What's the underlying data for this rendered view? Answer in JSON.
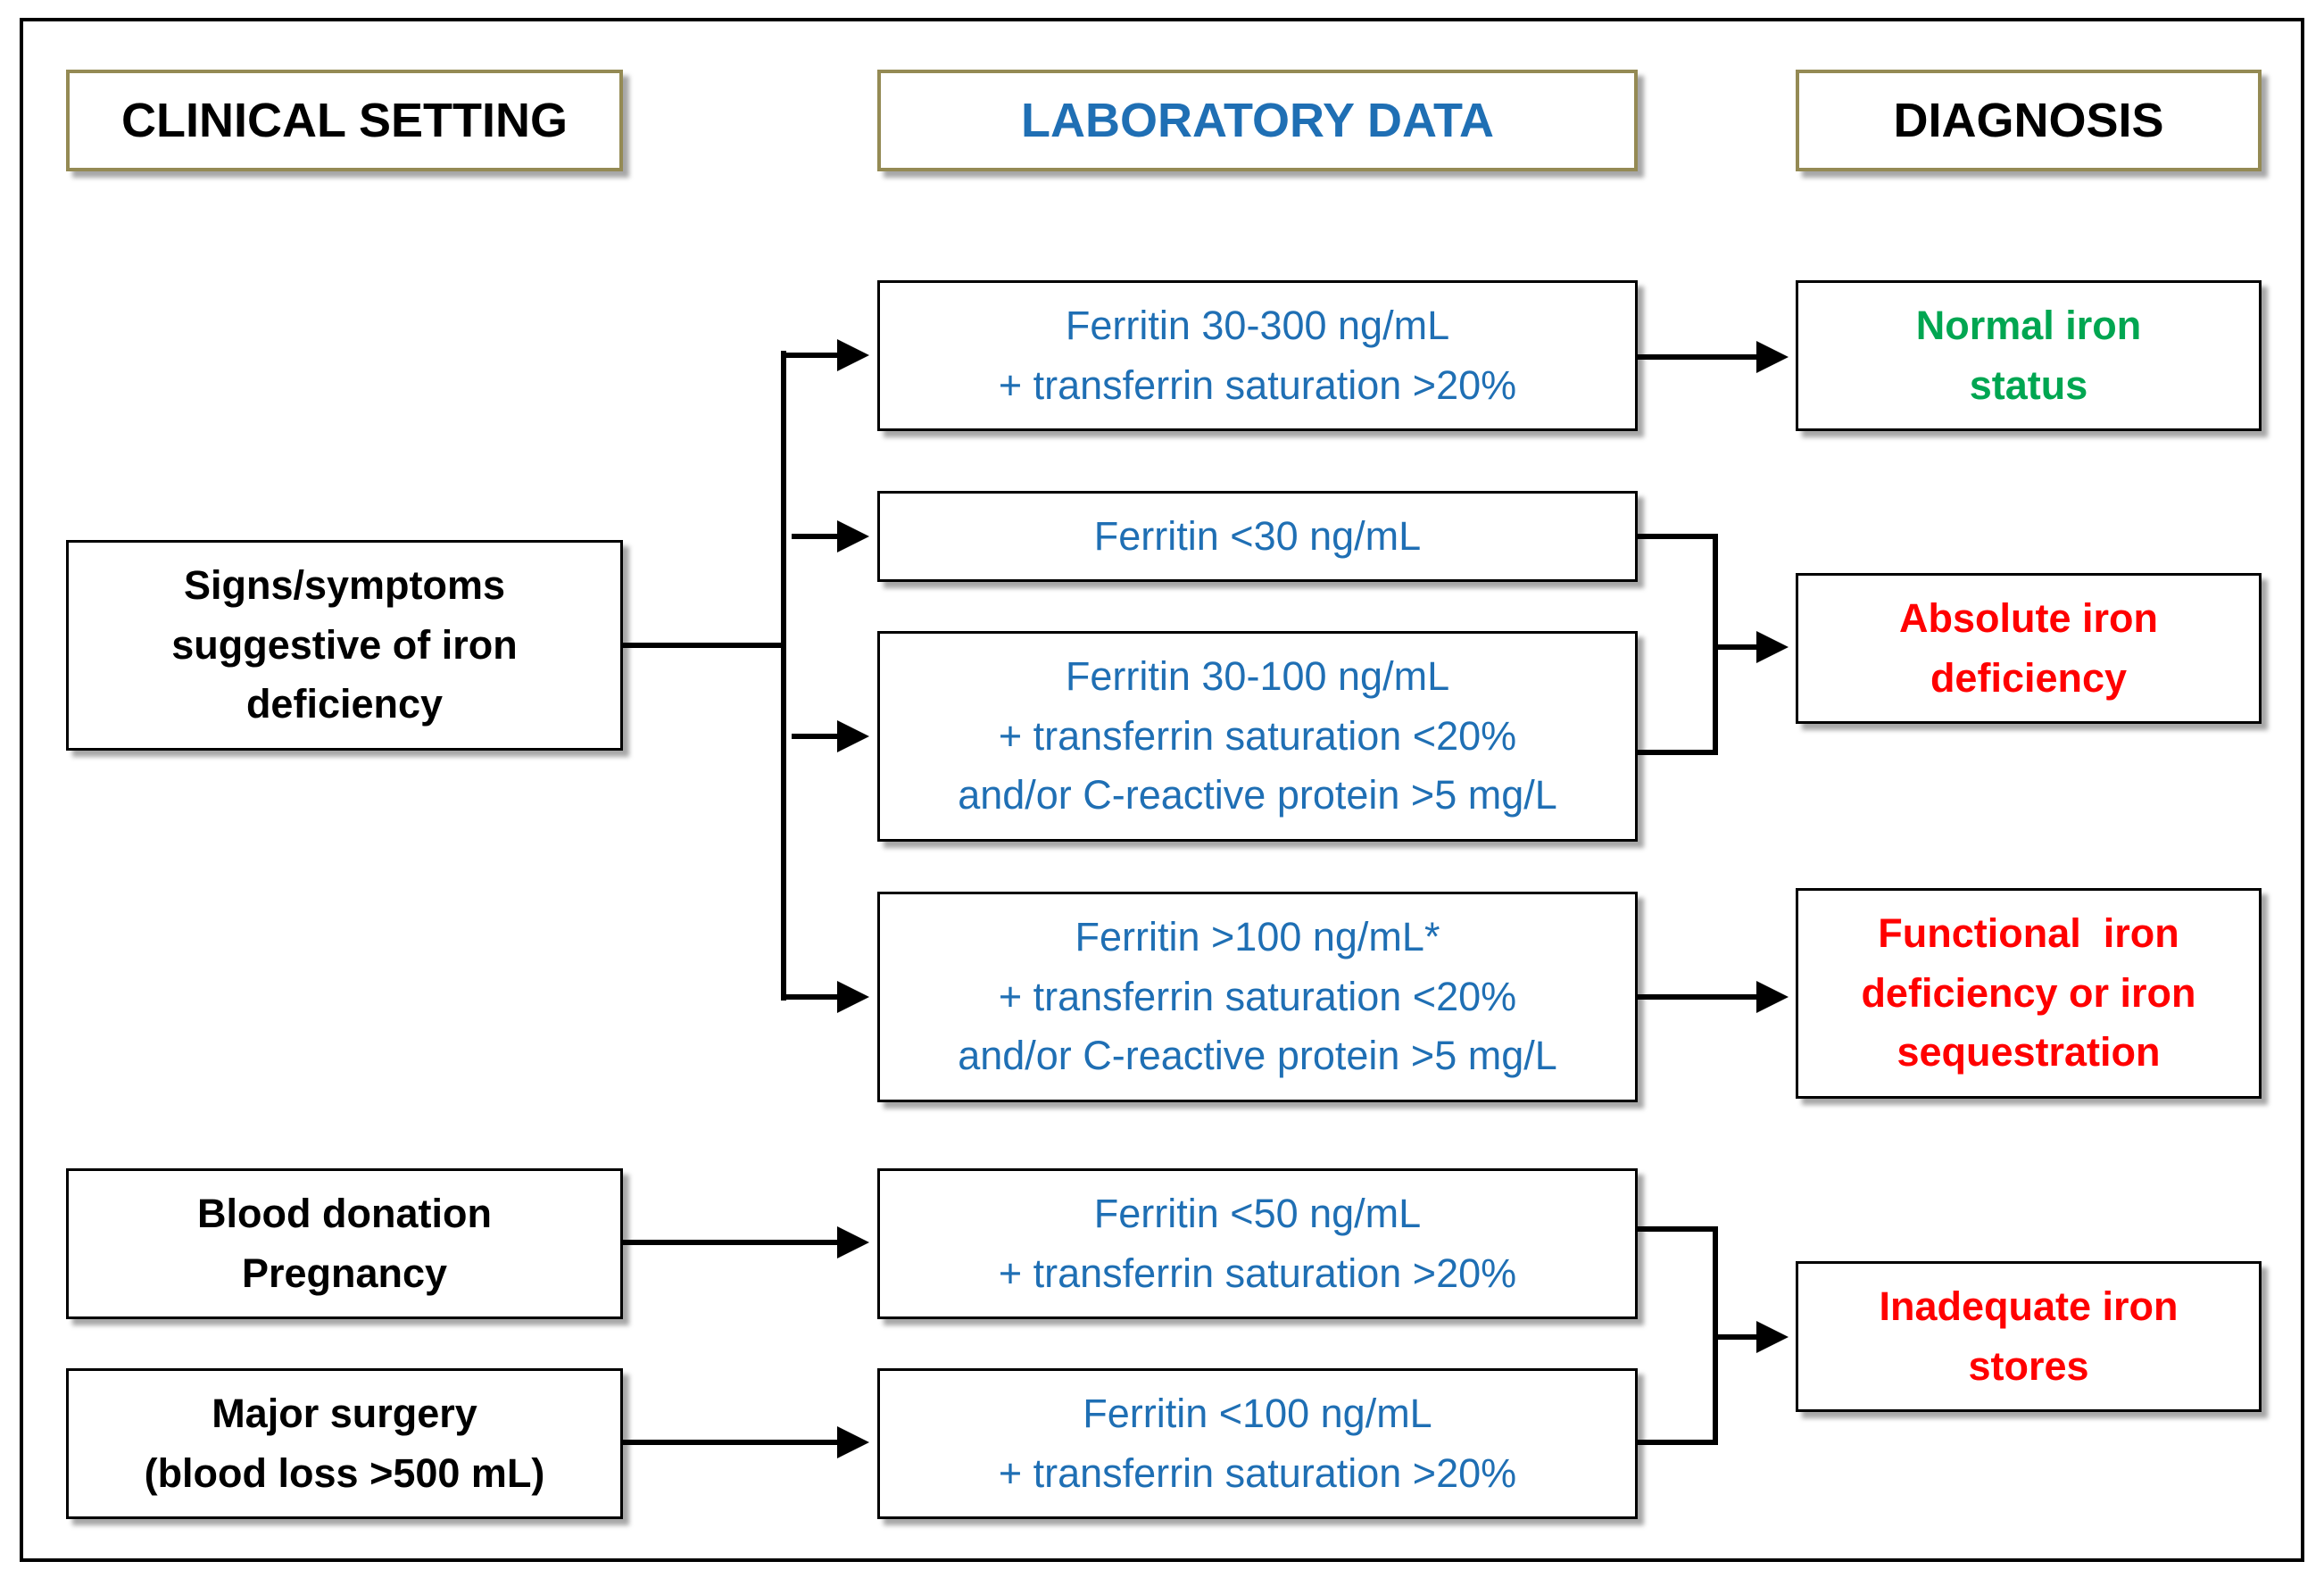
{
  "headers": {
    "clinical": "CLINICAL SETTING",
    "lab": "LABORATORY DATA",
    "diagnosis": "DIAGNOSIS"
  },
  "settings": {
    "signs": [
      "Signs/symptoms",
      "suggestive of iron",
      "deficiency"
    ],
    "donation": [
      "Blood donation",
      "Pregnancy"
    ],
    "surgery": [
      "Major surgery",
      "(blood loss >500 mL)"
    ]
  },
  "lab": {
    "ferritin_30_300": [
      "Ferritin 30-300 ng/mL",
      "+ transferrin saturation >20%"
    ],
    "ferritin_lt30": [
      "Ferritin <30 ng/mL"
    ],
    "ferritin_30_100": [
      "Ferritin 30-100 ng/mL",
      "+ transferrin saturation <20%",
      "and/or C-reactive protein >5 mg/L"
    ],
    "ferritin_gt100": [
      "Ferritin >100 ng/mL*",
      "+ transferrin saturation <20%",
      "and/or C-reactive protein >5 mg/L"
    ],
    "ferritin_lt50": [
      "Ferritin <50 ng/mL",
      "+ transferrin saturation >20%"
    ],
    "ferritin_lt100": [
      "Ferritin <100 ng/mL",
      "+ transferrin saturation >20%"
    ]
  },
  "diagnosis": {
    "normal": [
      "Normal iron",
      "status"
    ],
    "absolute": [
      "Absolute iron",
      "deficiency"
    ],
    "functional": [
      "Functional  iron",
      "deficiency or iron",
      "sequestration"
    ],
    "inadequate": [
      "Inadequate iron",
      "stores"
    ]
  },
  "colors": {
    "header_border": "#948a54",
    "lab_text": "#1f6fb4",
    "normal_text": "#00a651",
    "abnormal_text": "#ff0000"
  }
}
